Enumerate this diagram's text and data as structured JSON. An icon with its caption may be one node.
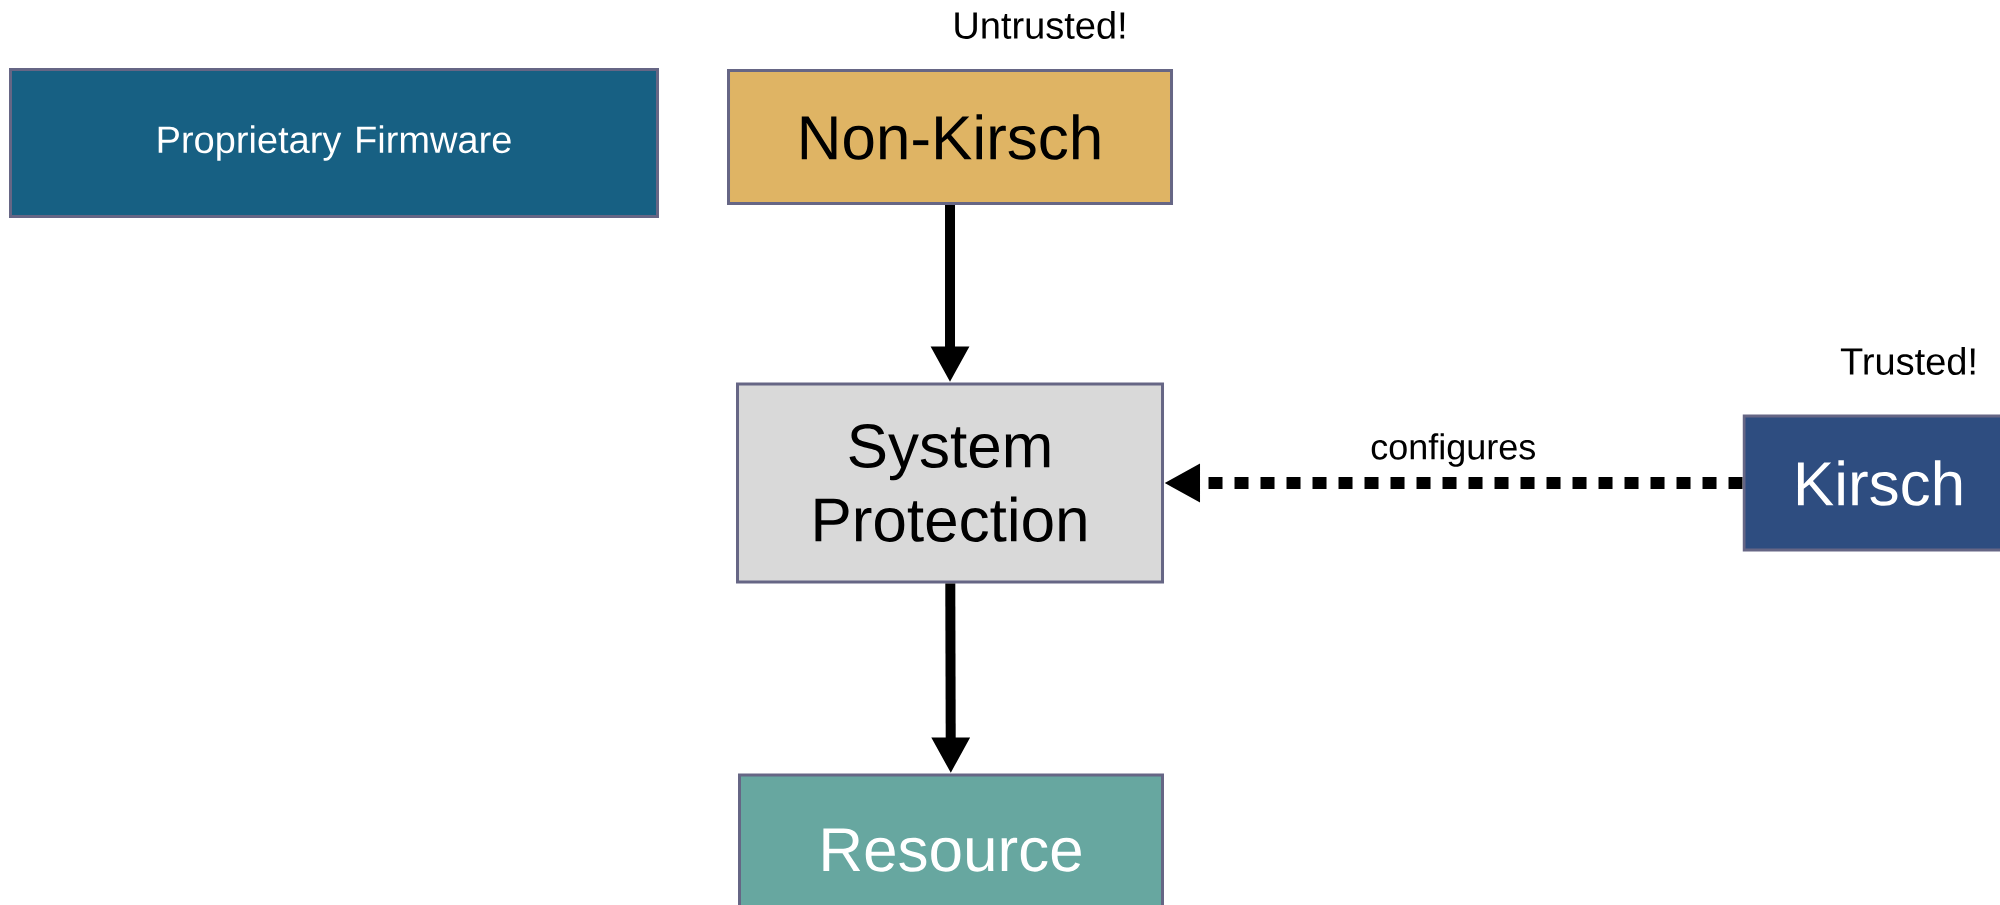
{
  "diagram": {
    "nodes": [
      {
        "text": [
          "Proprietary Firmware"
        ]
      },
      {
        "text": [
          "Non-Kirsch"
        ],
        "beside": [
          "Untrusted!"
        ]
      },
      {
        "text": [
          "System Protection"
        ]
      },
      {
        "text": [
          "Resource"
        ]
      },
      {
        "text": [
          "Kirsch"
        ],
        "beside": [
          "Trusted!"
        ]
      }
    ],
    "edges": [
      {
        "from": 1,
        "to": 2,
        "arrow": "to"
      },
      {
        "from": 2,
        "to": 3,
        "arrow": "to"
      },
      {
        "from": 4,
        "to": 2,
        "arrow": "to",
        "style": "dashed",
        "label": "configures"
      }
    ]
  }
}
